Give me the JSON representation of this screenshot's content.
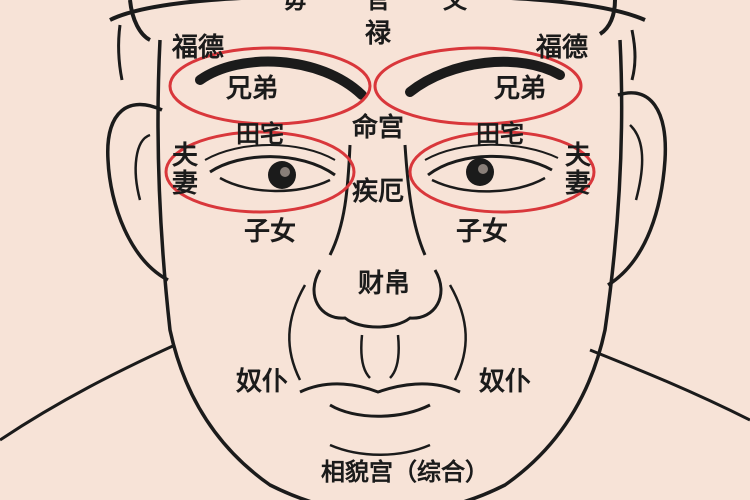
{
  "colors": {
    "background": "#f7e3d7",
    "skin": "#f7e3d7",
    "line": "#1b1b1b",
    "highlight": "#d9373b"
  },
  "labels": {
    "top_left_partial": "毋",
    "top_center_partial": "官",
    "top_right_partial": "文",
    "lu": "禄",
    "fude_left": "福德",
    "fude_right": "福德",
    "xiongdi_left": "兄弟",
    "xiongdi_right": "兄弟",
    "tianzhai_left": "田宅",
    "tianzhai_right": "田宅",
    "minggong": "命宫",
    "fuqi_left_1": "夫",
    "fuqi_left_2": "妻",
    "fuqi_right_1": "夫",
    "fuqi_right_2": "妻",
    "jie": "疾厄",
    "zinv_left": "子女",
    "zinv_right": "子女",
    "caibo": "财帛",
    "nupu_left": "奴仆",
    "nupu_right": "奴仆",
    "xiangmao": "相貌宫（综合）"
  }
}
